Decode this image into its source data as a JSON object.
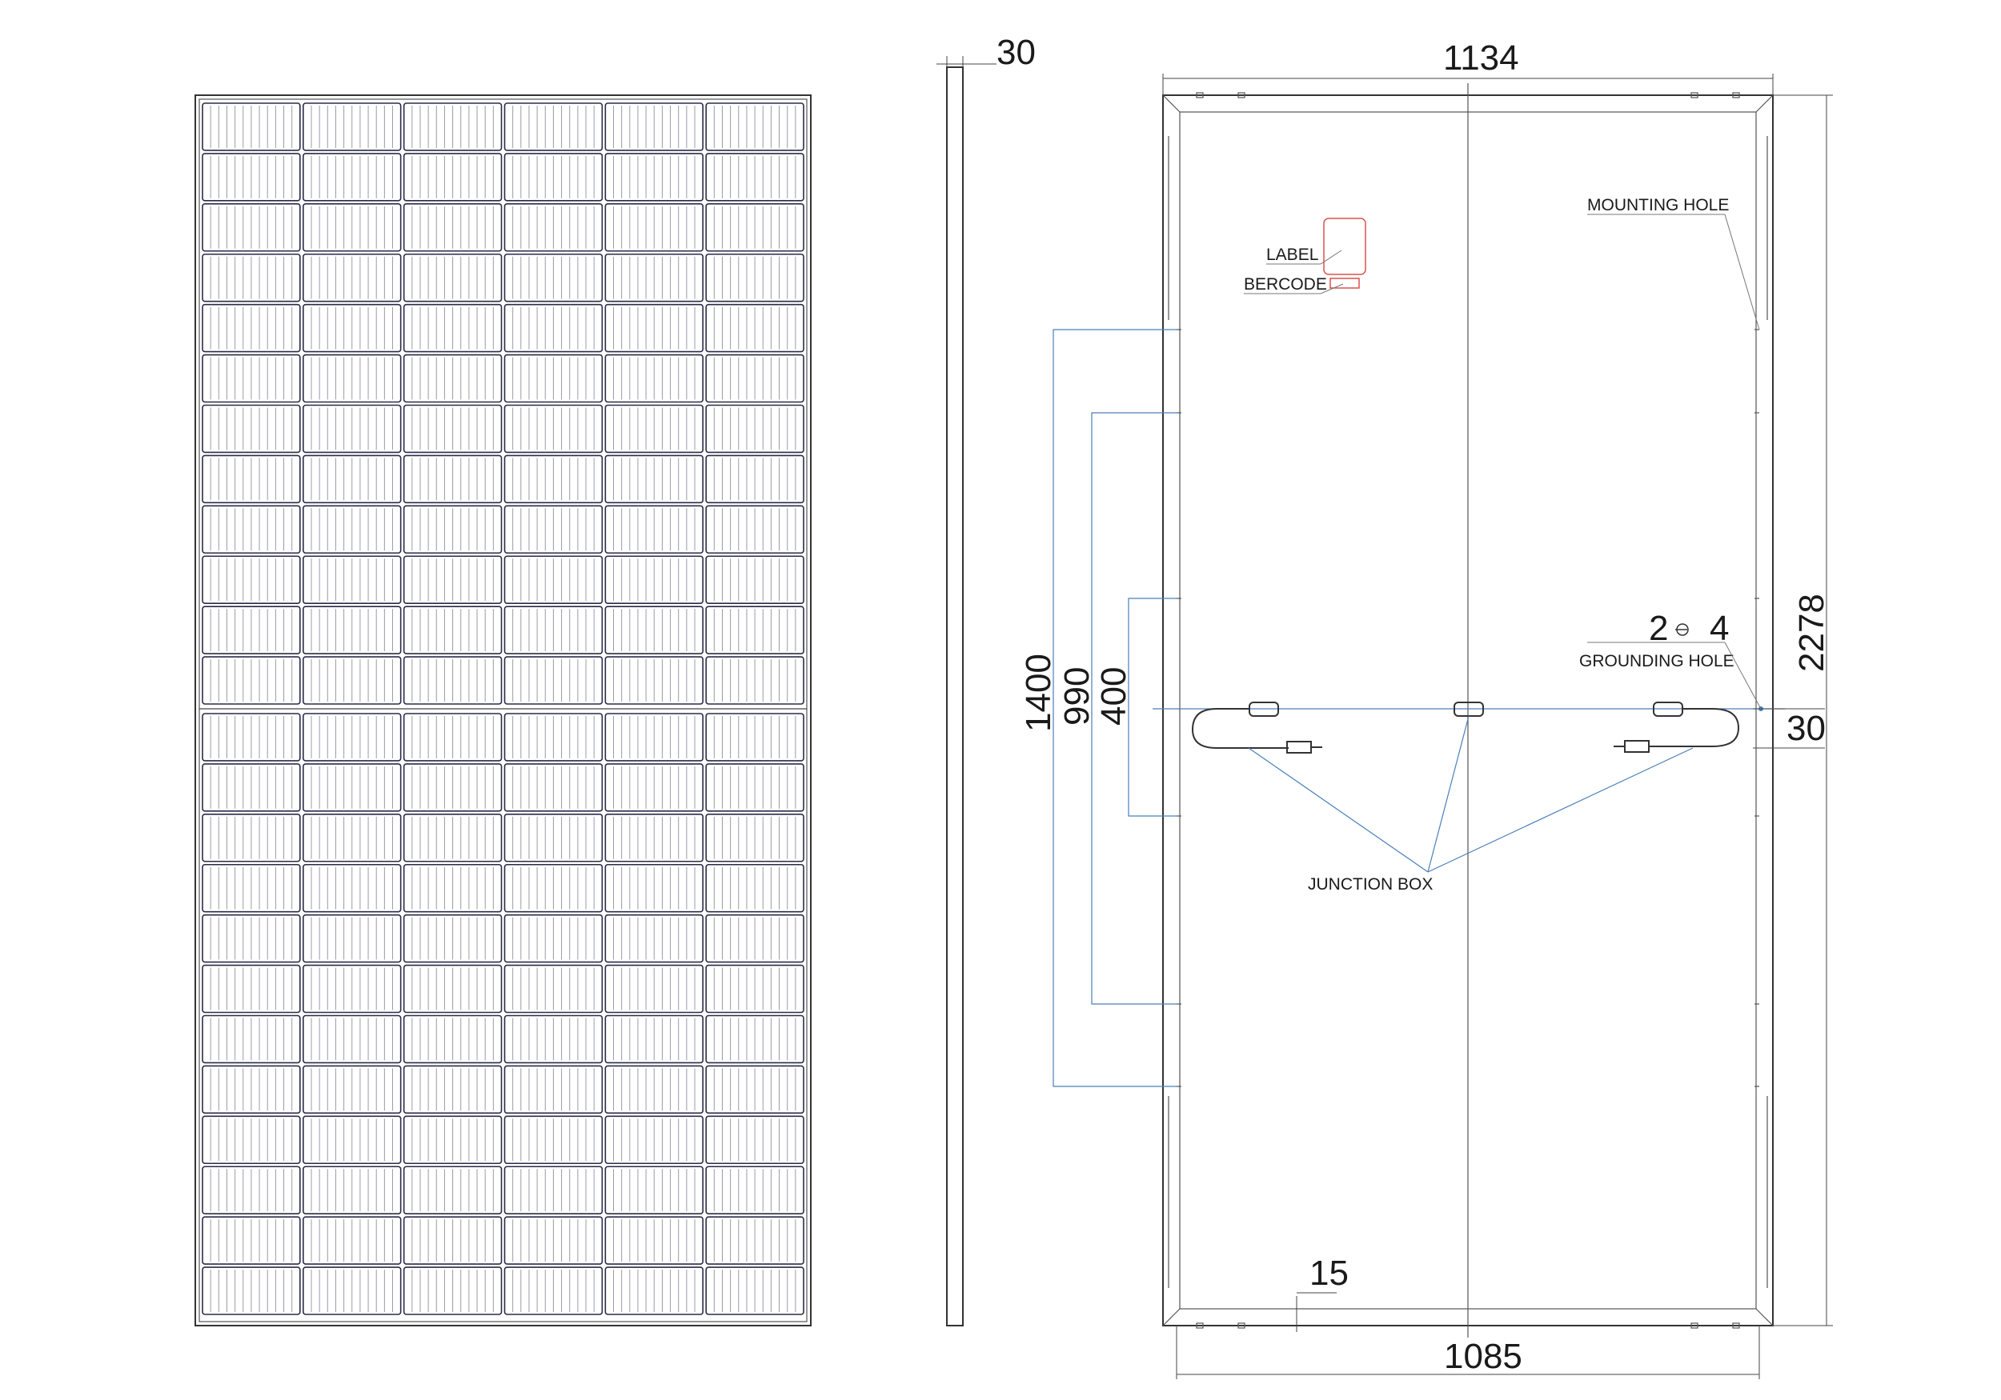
{
  "dimensions": {
    "frame_thickness": "30",
    "width": "1134",
    "height": "2278",
    "hole_spacing_outer": "1400",
    "hole_spacing_middle": "990",
    "hole_spacing_inner": "400",
    "grounding_hole_spec_a": "2",
    "grounding_hole_spec_b": "4",
    "grounding_offset": "30",
    "bottom_offset": "15",
    "inner_width": "1085"
  },
  "labels": {
    "mounting_hole": "MOUNTING HOLE",
    "label": "LABEL",
    "barcode": "BERCODE",
    "grounding_hole": "GROUNDING HOLE",
    "junction_box": "JUNCTION BOX"
  },
  "module_layout": {
    "cell_columns": 6,
    "cell_rows_per_half": 12,
    "halves": 2,
    "fingers_per_cell": 11
  },
  "colors": {
    "cell_outline": "#2b2b48",
    "cell_finger": "#9a9aaa",
    "frame": "#333333",
    "dimension_blue": "#4a7fb8",
    "label_red": "#d9534f"
  }
}
